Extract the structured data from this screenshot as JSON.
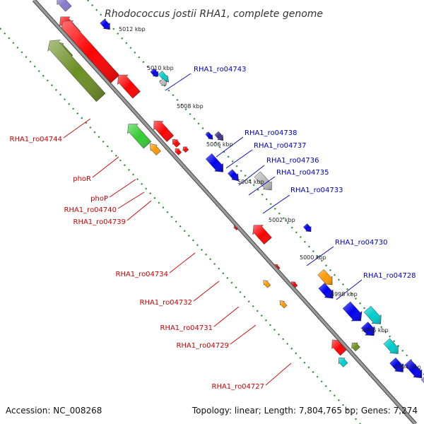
{
  "title": "Rhodococcus jostii RHA1, complete genome",
  "accession": "Accession: NC_008268",
  "summary": "Topology: linear; Length: 7,804,765 bp; Genes: 7,274",
  "colors": {
    "backbone": "#888888",
    "ticks": "#2a8a2a",
    "reverse_label": "#cc0000",
    "forward_label": "#0000bb",
    "red": "#ff0000",
    "blue": "#0000ee",
    "olive": "#6b8e23",
    "green": "#33cc33",
    "orange": "#ff9900",
    "cyan": "#00cccc",
    "gray": "#bbbbbb",
    "purple": "#8877cc",
    "navy": "#443388"
  },
  "scale_labels": [
    "5012 kbp",
    "5010 kbp",
    "5008 kbp",
    "5006 kbp",
    "5004 kbp",
    "5002 kbp",
    "5000 kbp",
    "4998 kbp",
    "4996 kbp",
    "4994 kbp"
  ],
  "forward_gene_labels": [
    "RHA1_ro04743",
    "RHA1_ro04738",
    "RHA1_ro04737",
    "RHA1_ro04736",
    "RHA1_ro04735",
    "RHA1_ro04733",
    "RHA1_ro04730",
    "RHA1_ro04728"
  ],
  "reverse_gene_labels": [
    "RHA1_ro04744",
    "phoR",
    "phoP",
    "RHA1_ro04740",
    "RHA1_ro04739",
    "RHA1_ro04734",
    "RHA1_ro04732",
    "RHA1_ro04731",
    "RHA1_ro04729",
    "RHA1_ro04727"
  ]
}
